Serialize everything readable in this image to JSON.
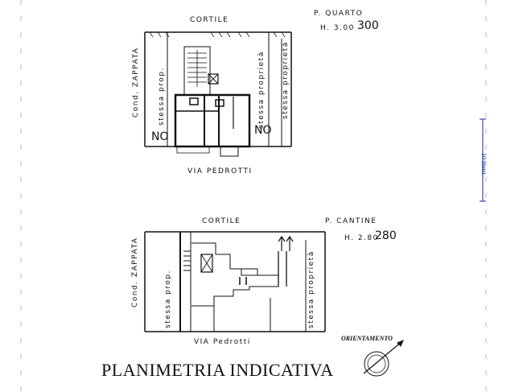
{
  "top_plan": {
    "courtyard_label": "CORTILE",
    "street_label": "VIA PEDROTTI",
    "left_side_label": "Cond. ZAPPATA",
    "left_prop_label": "stessa prop.",
    "right_prop_label": "stessa proprietà",
    "floor_label": "P. QUARTO",
    "height_label": "H. 3.00",
    "height_handwritten": "300",
    "mark_left": "NO",
    "mark_right": "NO"
  },
  "bottom_plan": {
    "courtyard_label": "CORTILE",
    "street_label": "VIA Pedrotti",
    "left_side_label": "Cond. ZAPPATA",
    "left_prop_label": "stessa prop.",
    "right_prop_label": "stessa proprietà",
    "floor_label": "P. CANTINE",
    "height_label": "H. 2.80",
    "height_handwritten": "280"
  },
  "title": "PLANIMETRIA INDICATIVA",
  "orientation_label": "ORIENTAMENTO",
  "scale_label": "10 metri",
  "colors": {
    "ink": "#111111",
    "scale": "#1a2a8a"
  }
}
